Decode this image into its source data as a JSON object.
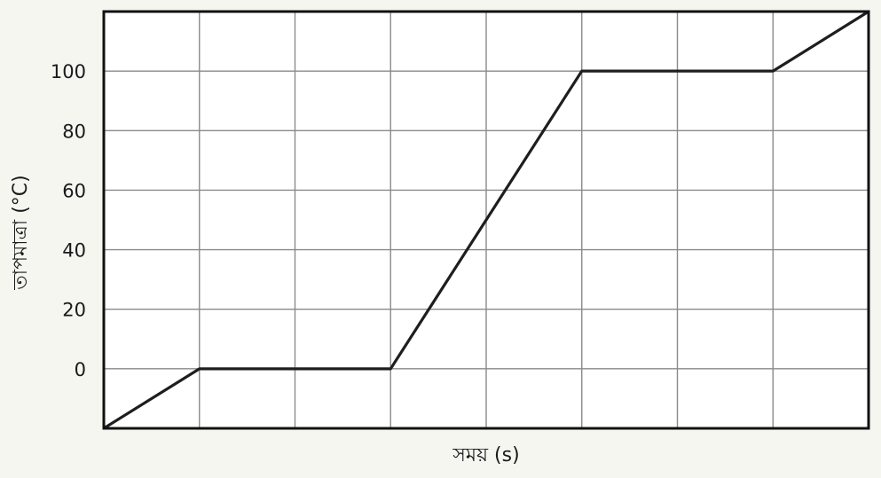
{
  "chart_data": {
    "type": "line",
    "title": "",
    "xlabel": "সময় (s)",
    "ylabel": "তাপমাত্রা (°C)",
    "x_ticks_labeled": false,
    "x_gridlines": 8,
    "y_ticks": [
      0,
      20,
      40,
      60,
      80,
      100
    ],
    "ylim": [
      -20,
      120
    ],
    "xlim": [
      0,
      8
    ],
    "grid": true,
    "series": [
      {
        "x": [
          0,
          1,
          3,
          5,
          7,
          8
        ],
        "values": [
          -20,
          0,
          0,
          100,
          100,
          120
        ]
      }
    ],
    "colors": {
      "line": "#1e1e1e",
      "grid": "#8a8a8a",
      "frame": "#111111"
    }
  }
}
